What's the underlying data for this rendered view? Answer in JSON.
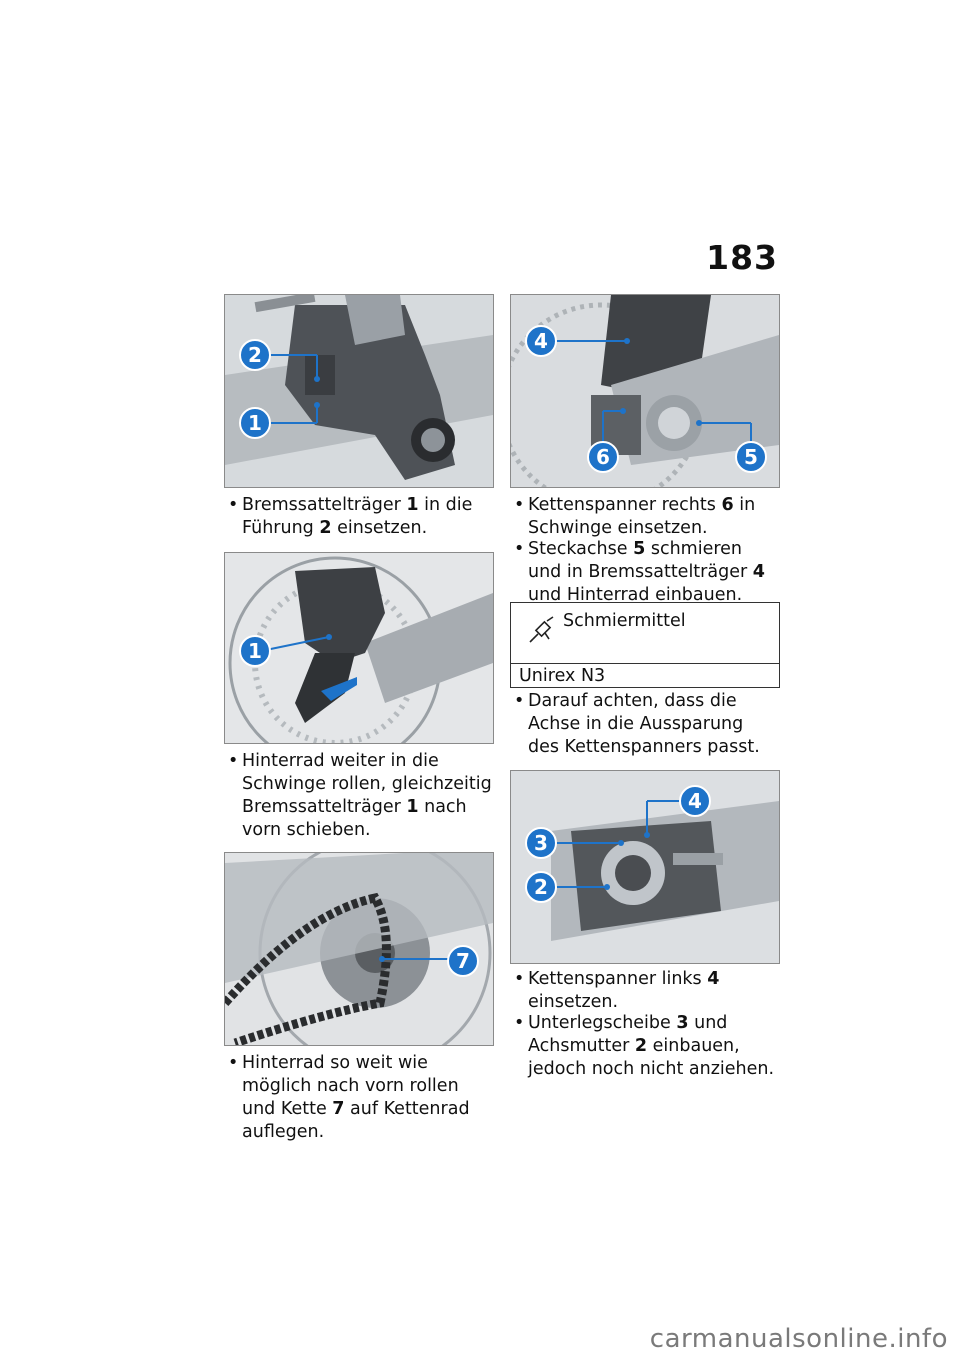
{
  "page_number": "183",
  "figures": {
    "fig1": {
      "callouts": [
        "2",
        "1"
      ]
    },
    "fig2": {
      "callouts": [
        "1"
      ]
    },
    "fig3": {
      "callouts": [
        "7"
      ]
    },
    "fig4": {
      "callouts": [
        "4",
        "6",
        "5"
      ]
    },
    "fig5": {
      "callouts": [
        "4",
        "3",
        "2"
      ]
    }
  },
  "left_column": {
    "step1": {
      "a": "Bremssattelträger ",
      "n1": "1",
      "b": " in die Führung ",
      "n2": "2",
      "c": " einsetzen."
    },
    "step2": {
      "a": "Hinterrad weiter in die Schwinge rollen, gleichzeitig Bremssattelträger ",
      "n1": "1",
      "b": " nach vorn schieben."
    },
    "step3": {
      "a": "Hinterrad so weit wie möglich nach vorn rollen und Kette ",
      "n1": "7",
      "b": " auf Kettenrad auflegen."
    }
  },
  "right_column": {
    "step1": {
      "a": "Kettenspanner rechts ",
      "n1": "6",
      "b": " in Schwinge einsetzen."
    },
    "step2": {
      "a": "Steckachse ",
      "n1": "5",
      "b": " schmieren und in Bremssattelträger ",
      "n2": "4",
      "c": " und Hinterrad einbauen."
    },
    "lubricant": {
      "label": "Schmiermittel",
      "value": "Unirex N3",
      "icon": "grease-gun-icon"
    },
    "step3": {
      "a": "Darauf achten, dass die Achse in die Aussparung des Kettenspanners passt."
    },
    "step4": {
      "a": "Kettenspanner links ",
      "n1": "4",
      "b": " einsetzen."
    },
    "step5": {
      "a": "Unterlegscheibe ",
      "n1": "3",
      "b": " und Achsmutter ",
      "n2": "2",
      "c": " einbauen, jedoch noch nicht anziehen."
    }
  },
  "watermark": "carmanualsonline.info",
  "colors": {
    "callout": "#1e73c9"
  }
}
